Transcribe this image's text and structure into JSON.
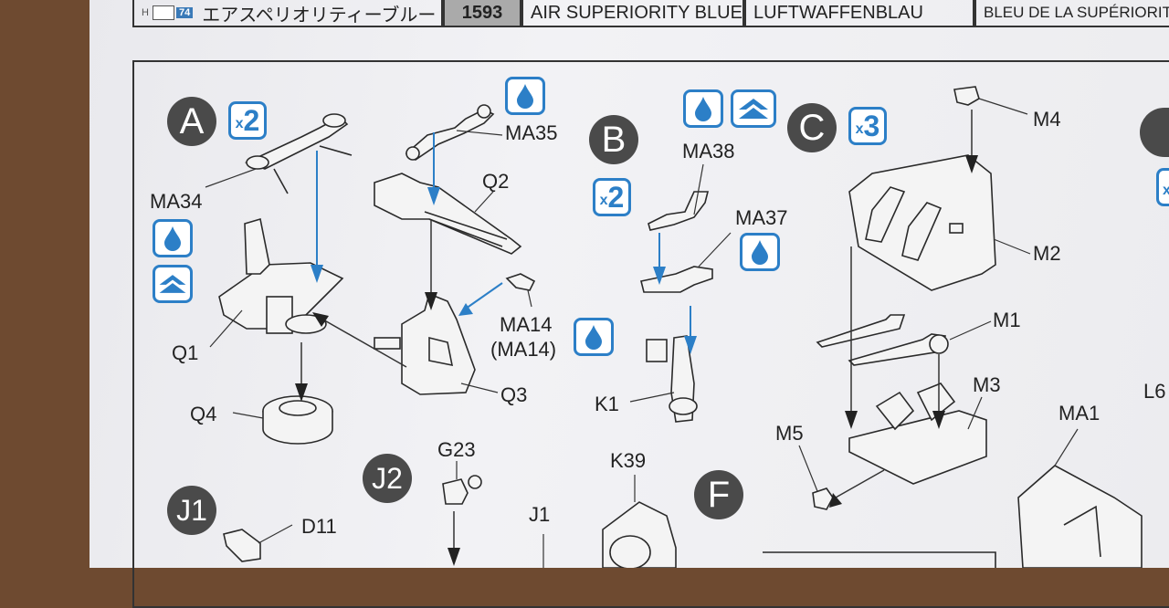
{
  "header": {
    "h_prefix": "H",
    "h_number": "74",
    "jp_name": "エアスペリオリティーブルー",
    "code": "1593",
    "en_name": "AIR SUPERIORITY BLUE",
    "de_name": "LUFTWAFFENBLAU",
    "fr_name": "BLEU DE LA SUPÉRIORITÉ DE"
  },
  "steps": [
    {
      "id": "A",
      "multiplier": "2"
    },
    {
      "id": "B",
      "multiplier": "2"
    },
    {
      "id": "C",
      "multiplier": "3"
    },
    {
      "id": "J1"
    },
    {
      "id": "J2"
    },
    {
      "id": "F"
    }
  ],
  "parts": {
    "ma35": "MA35",
    "q2": "Q2",
    "ma34": "MA34",
    "q1": "Q1",
    "q4": "Q4",
    "q3": "Q3",
    "ma14": "MA14",
    "ma14_alt": "(MA14)",
    "ma38": "MA38",
    "ma37": "MA37",
    "k1": "K1",
    "m4": "M4",
    "m2": "M2",
    "m1": "M1",
    "m3": "M3",
    "m5": "M5",
    "ma1": "MA1",
    "g23": "G23",
    "k39": "K39",
    "j1": "J1",
    "d11": "D11",
    "l6": "L6"
  },
  "icons": {
    "glue": "glue-drop-icon",
    "direction": "up-arrow-icon",
    "accent": "#2c7fc7"
  }
}
